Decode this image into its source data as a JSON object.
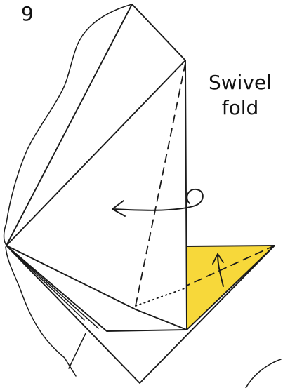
{
  "step": {
    "number": "9"
  },
  "caption": {
    "line1": "Swivel",
    "line2": "fold"
  },
  "colors": {
    "flap_fill": "#f7d83a",
    "ink": "#1a1a1a",
    "paper": "#ffffff"
  }
}
